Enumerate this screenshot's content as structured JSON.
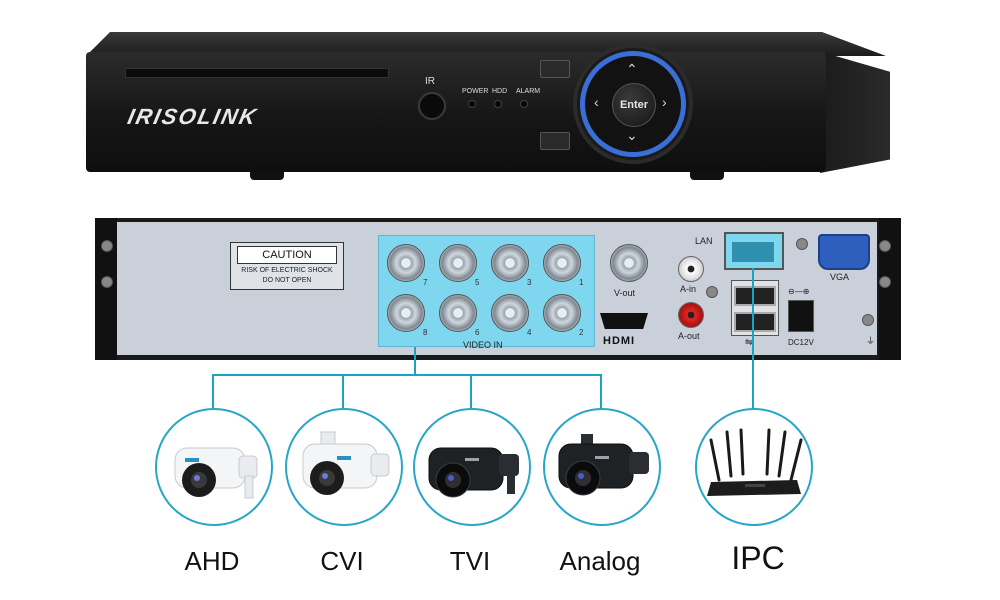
{
  "front": {
    "brand": "IRISOLINK",
    "ir_label": "IR",
    "leds": [
      {
        "label": "POWER"
      },
      {
        "label": "HDD"
      },
      {
        "label": "ALARM"
      }
    ],
    "enter_label": "Enter",
    "accent_color": "#3b6fd8"
  },
  "rear": {
    "caution_title": "CAUTION",
    "caution_line1": "RISK OF ELECTRIC SHOCK",
    "caution_line2": "DO NOT OPEN",
    "video_in_label": "VIDEO IN",
    "bnc_top_numbers": [
      "7",
      "5",
      "3",
      "1"
    ],
    "bnc_bottom_numbers": [
      "8",
      "6",
      "4",
      "2"
    ],
    "vout_label": "V-out",
    "ain_label": "A-in",
    "aout_label": "A-out",
    "hdmi_label": "HDMI",
    "lan_label": "LAN",
    "vga_label": "VGA",
    "dc_label": "DC12V",
    "panel_color": "#7fd6ef"
  },
  "cameras": [
    {
      "label": "AHD",
      "icon": "white-bullet-camera-icon"
    },
    {
      "label": "CVI",
      "icon": "white-bullet-camera-icon"
    },
    {
      "label": "TVI",
      "icon": "black-bullet-camera-icon"
    },
    {
      "label": "Analog",
      "icon": "black-bullet-camera-icon"
    }
  ],
  "ipc": {
    "label": "IPC",
    "icon": "router-icon"
  },
  "line_color": "#1aa3c3"
}
